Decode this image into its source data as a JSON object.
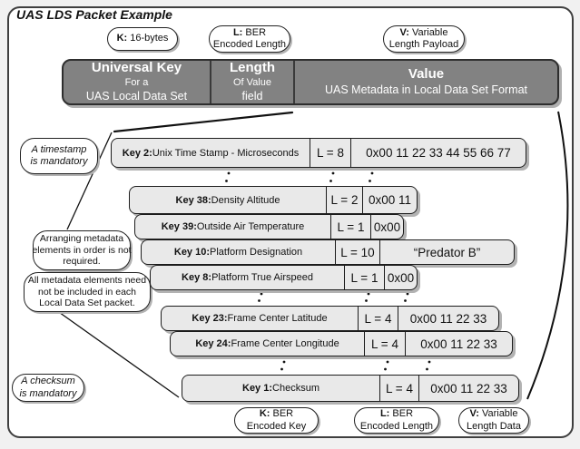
{
  "title": "UAS LDS Packet Example",
  "header": {
    "key": {
      "line1": "Universal Key",
      "line2": "For a",
      "line3": "UAS Local Data Set"
    },
    "length": {
      "line1": "Length",
      "line2": "Of Value",
      "line3": "field"
    },
    "value": {
      "line1": "Value",
      "line2": "UAS Metadata in Local Data Set Format"
    }
  },
  "legend_top": {
    "k": {
      "bold": "K:",
      "rest": " 16-bytes",
      "line2": ""
    },
    "l": {
      "bold": "L:",
      "rest": " BER",
      "line2": "Encoded Length"
    },
    "v": {
      "bold": "V:",
      "rest": " Variable",
      "line2": "Length Payload"
    }
  },
  "legend_bottom": {
    "k": {
      "bold": "K:",
      "rest": " BER",
      "line2": "Encoded Key"
    },
    "l": {
      "bold": "L:",
      "rest": " BER",
      "line2": "Encoded Length"
    },
    "v": {
      "bold": "V:",
      "rest": " Variable",
      "line2": "Length Data"
    }
  },
  "notes": {
    "timestamp": {
      "line1": "A timestamp",
      "line2": "is mandatory"
    },
    "arranging": {
      "line1": "Arranging metadata",
      "line2": "elements in order is not",
      "line3": "required."
    },
    "inclusion": {
      "line1": "All metadata elements need",
      "line2": "not be included in each",
      "line3": "Local Data Set packet."
    },
    "checksum": {
      "line1": "A checksum",
      "line2": "is mandatory"
    }
  },
  "rows": [
    {
      "key": "Key 2:",
      "desc": " Unix Time Stamp - Microseconds",
      "len": "L = 8",
      "value": "0x00 11 22 33 44 55 66 77"
    },
    {
      "key": "Key 38:",
      "desc": " Density Altitude",
      "len": "L = 2",
      "value": "0x00 11"
    },
    {
      "key": "Key 39:",
      "desc": " Outside Air Temperature",
      "len": "L = 1",
      "value": "0x00"
    },
    {
      "key": "Key 10:",
      "desc": " Platform Designation",
      "len": "L = 10",
      "value": "“Predator B”"
    },
    {
      "key": "Key 8:",
      "desc": " Platform True Airspeed",
      "len": "L = 1",
      "value": "0x00"
    },
    {
      "key": "Key 23:",
      "desc": " Frame Center Latitude",
      "len": "L = 4",
      "value": "0x00 11 22 33"
    },
    {
      "key": "Key 24:",
      "desc": " Frame Center Longitude",
      "len": "L = 4",
      "value": "0x00 11 22 33"
    },
    {
      "key": "Key 1:",
      "desc": " Checksum",
      "len": "L = 4",
      "value": "0x00 11 22 33"
    }
  ],
  "colors": {
    "header_fill": "#828282",
    "row_fill": "#e9e9e9",
    "shadow": "#b2b2b2",
    "border": "#1c1c1c",
    "background": "#ffffff"
  }
}
